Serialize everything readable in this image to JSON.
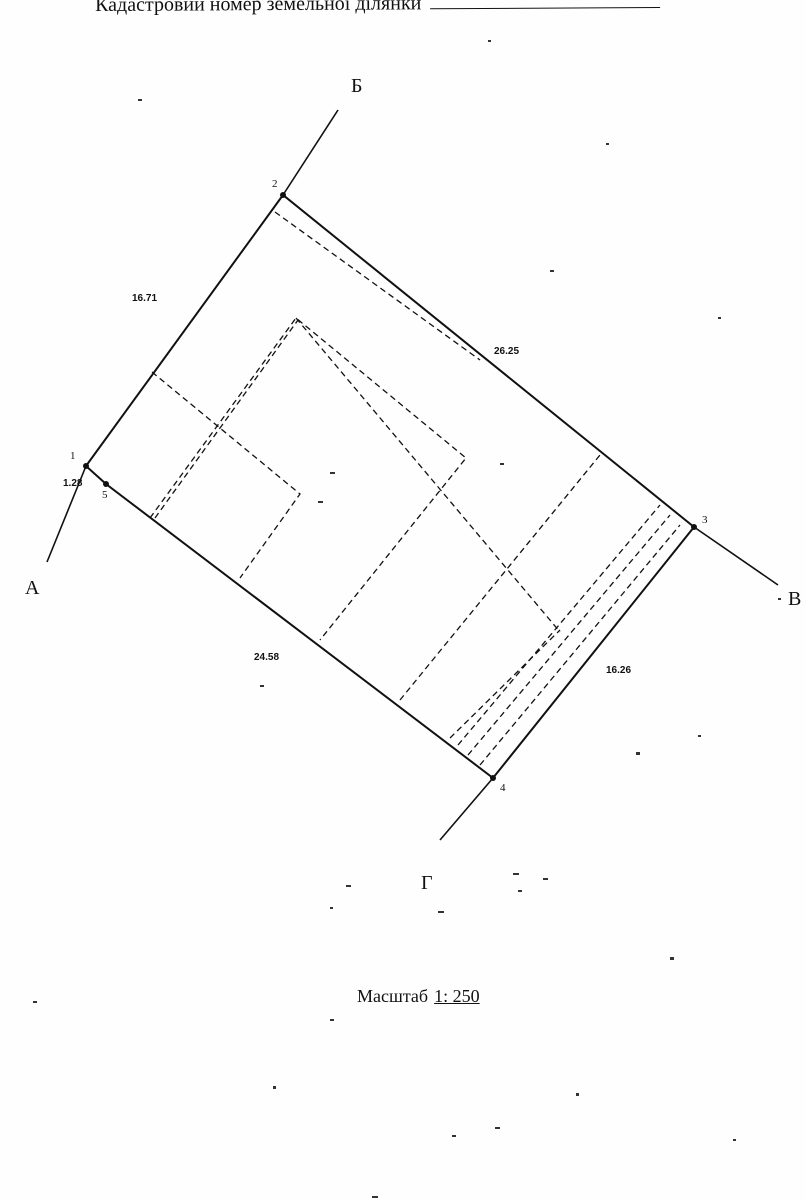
{
  "header": {
    "title": "Кадастровий номер земельної ділянки",
    "cadastral_number": ""
  },
  "plan": {
    "boundary_points": [
      "1",
      "2",
      "3",
      "4",
      "5"
    ],
    "neighbor_labels": [
      "А",
      "Б",
      "В",
      "Г"
    ],
    "side_lengths": {
      "side_1_2": "16.71",
      "side_2_3": "26.25",
      "side_3_4": "16.26",
      "side_4_5": "24.58",
      "side_5_1": "1.28"
    }
  },
  "scale": {
    "label": "Масштаб",
    "value": "1: 250"
  }
}
